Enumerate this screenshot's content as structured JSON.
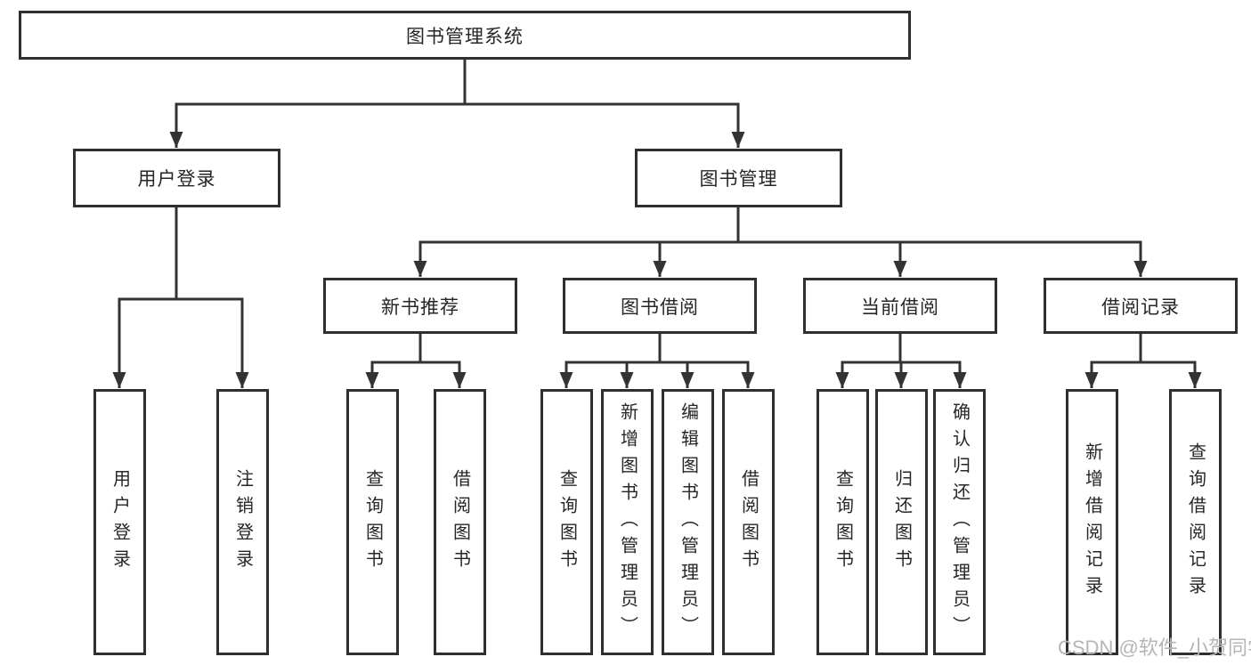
{
  "diagram": {
    "title": "图书管理系统",
    "level2": [
      {
        "label": "用户登录"
      },
      {
        "label": "图书管理"
      }
    ],
    "level3": [
      {
        "label": "新书推荐"
      },
      {
        "label": "图书借阅"
      },
      {
        "label": "当前借阅"
      },
      {
        "label": "借阅记录"
      }
    ],
    "leaves": {
      "user_login": [
        {
          "label": "用户登录"
        },
        {
          "label": "注销登录"
        }
      ],
      "new_book_recommend": [
        {
          "label": "查询图书"
        },
        {
          "label": "借阅图书"
        }
      ],
      "book_borrowing": [
        {
          "label": "查询图书"
        },
        {
          "label": "新增图书（管理员）"
        },
        {
          "label": "编辑图书（管理员）"
        },
        {
          "label": "借阅图书"
        }
      ],
      "current_borrowing": [
        {
          "label": "查询图书"
        },
        {
          "label": "归还图书"
        },
        {
          "label": "确认归还（管理员）"
        }
      ],
      "borrowing_records": [
        {
          "label": "新增借阅记录"
        },
        {
          "label": "查询借阅记录"
        }
      ]
    },
    "watermark": "CSDN @软件_小贺同学",
    "colors": {
      "line": "#333333",
      "box_border": "#2f2f2f",
      "text": "#262626",
      "background": "#ffffff",
      "watermark_text": "#b5b5b5"
    }
  }
}
